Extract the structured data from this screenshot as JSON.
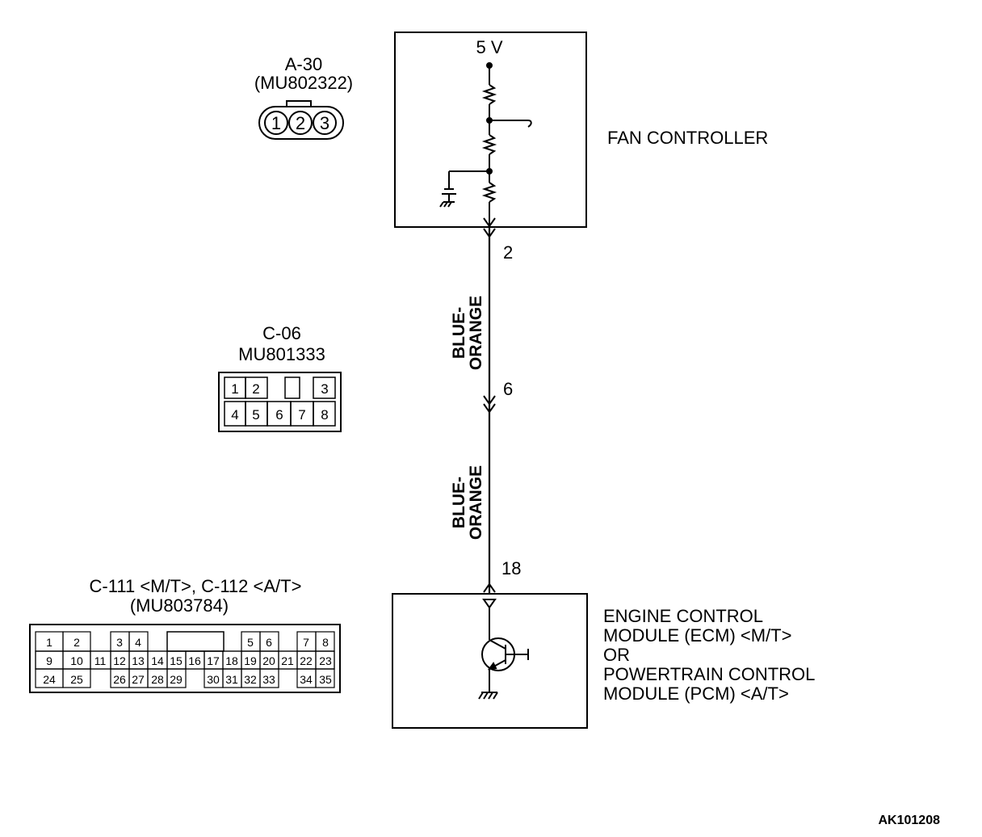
{
  "connectors": {
    "a30": {
      "name": "A-30",
      "part": "(MU802322)",
      "pins": [
        "1",
        "2",
        "3"
      ]
    },
    "c06": {
      "name": "C-06",
      "part": "MU801333",
      "row1": [
        "1",
        "2",
        "",
        "3"
      ],
      "row2": [
        "4",
        "5",
        "6",
        "7",
        "8"
      ]
    },
    "c111": {
      "name": "C-111 <M/T>, C-112 <A/T>",
      "part": "(MU803784)",
      "row1": [
        "1",
        "2",
        "3",
        "4",
        "5",
        "6",
        "7",
        "8"
      ],
      "row2": [
        "9",
        "10",
        "11",
        "12",
        "13",
        "14",
        "15",
        "16",
        "17",
        "18",
        "19",
        "20",
        "21",
        "22",
        "23"
      ],
      "row3": [
        "24",
        "25",
        "26",
        "27",
        "28",
        "29",
        "30",
        "31",
        "32",
        "33",
        "34",
        "35"
      ]
    }
  },
  "fan_controller": {
    "label": "FAN CONTROLLER",
    "supply": "5 V"
  },
  "ecm": {
    "lines": [
      "ENGINE CONTROL",
      "MODULE (ECM) <M/T>",
      "OR",
      "POWERTRAIN CONTROL",
      "MODULE (PCM) <A/T>"
    ]
  },
  "wire": {
    "pin_fan": "2",
    "pin_junction": "6",
    "pin_ecm": "18",
    "color_upper": [
      "BLUE-",
      "ORANGE"
    ],
    "color_lower": [
      "BLUE-",
      "ORANGE"
    ]
  },
  "figure_id": "AK101208"
}
